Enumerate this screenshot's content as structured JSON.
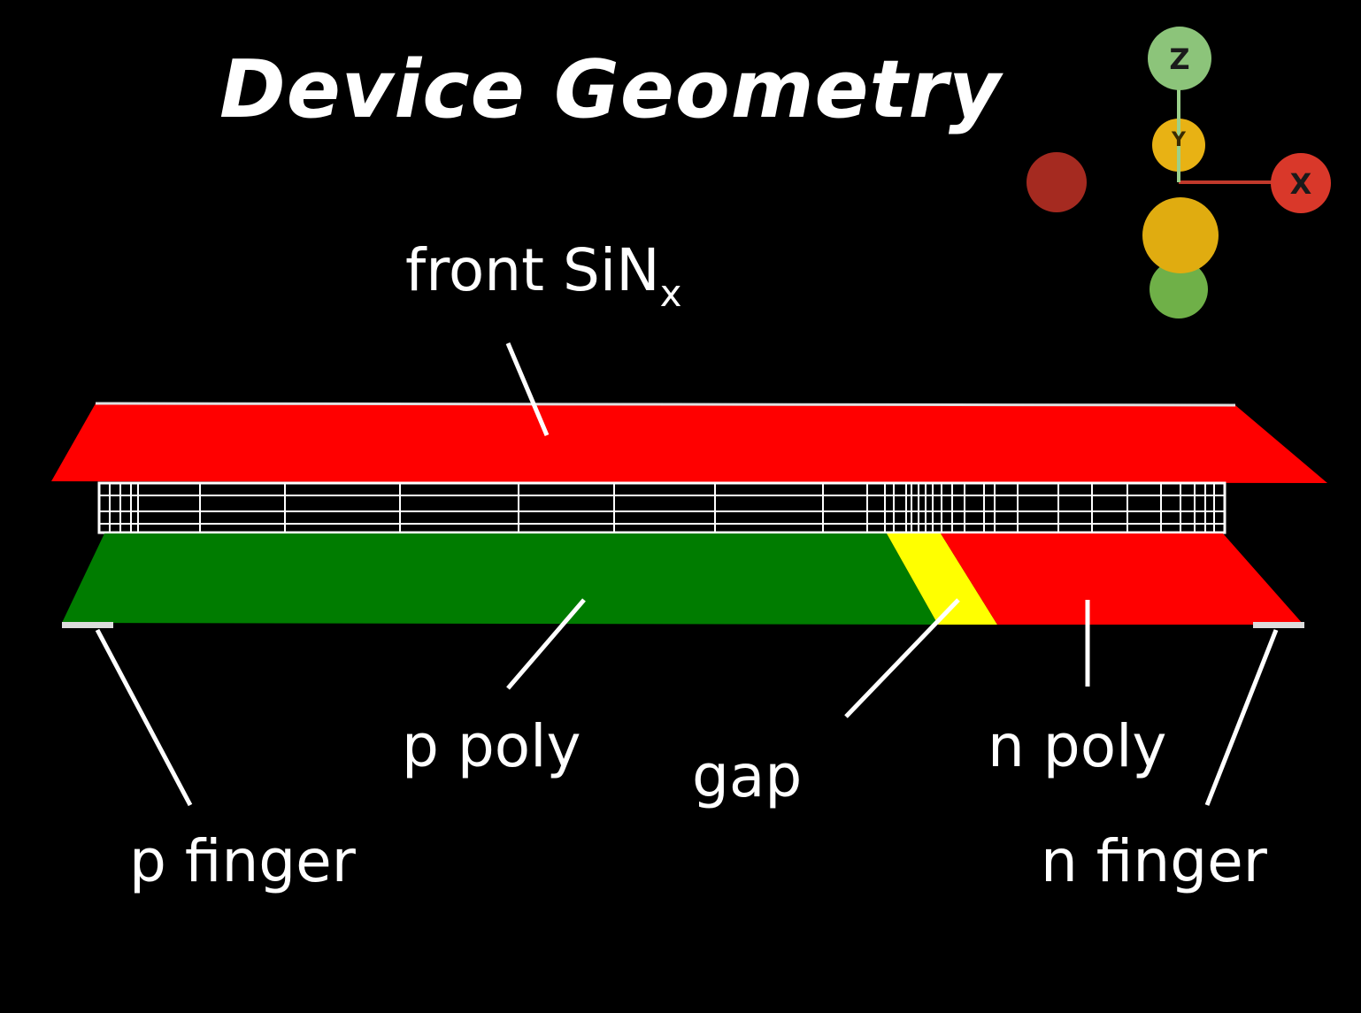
{
  "title": "Device Geometry",
  "labels": {
    "front_sinx_main": "front SiN",
    "front_sinx_sub": "x",
    "p_poly": "p poly",
    "gap": "gap",
    "n_poly": "n poly",
    "p_finger": "p finger",
    "n_finger": "n finger"
  },
  "axes": {
    "x": "X",
    "y": "Y",
    "z": "Z"
  },
  "colors": {
    "background": "#000000",
    "front_sinx_layer": "#ff0000",
    "p_poly_region": "#007c00",
    "gap_region": "#ffff00",
    "n_poly_region": "#ff0000",
    "mesh_lines": "#ffffff",
    "axis_x": "#d9382a",
    "axis_y": "#e8b214",
    "axis_z": "#8cc47a"
  }
}
